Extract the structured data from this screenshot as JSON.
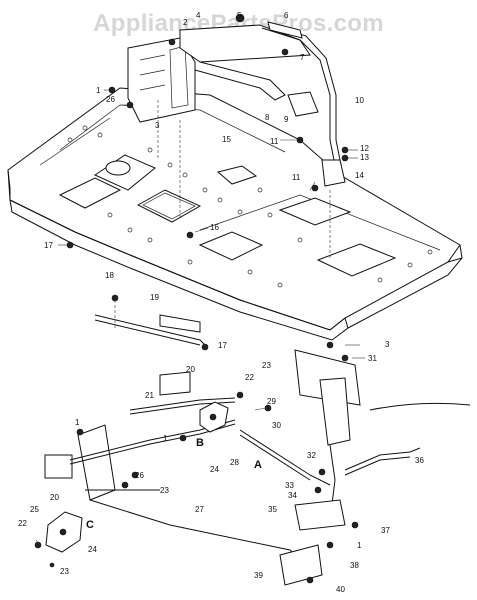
{
  "watermark": "AppliancePartsPros.com",
  "callouts": [
    "1",
    "2",
    "3",
    "4",
    "5",
    "6",
    "7",
    "8",
    "9",
    "10",
    "11",
    "12",
    "13",
    "14",
    "15",
    "16",
    "17",
    "18",
    "19",
    "20",
    "21",
    "22",
    "23",
    "24",
    "25",
    "26",
    "27",
    "28",
    "29",
    "30",
    "31",
    "32",
    "33",
    "34",
    "35",
    "36",
    "37",
    "38",
    "39",
    "40"
  ],
  "letters": [
    "A",
    "B",
    "C"
  ]
}
